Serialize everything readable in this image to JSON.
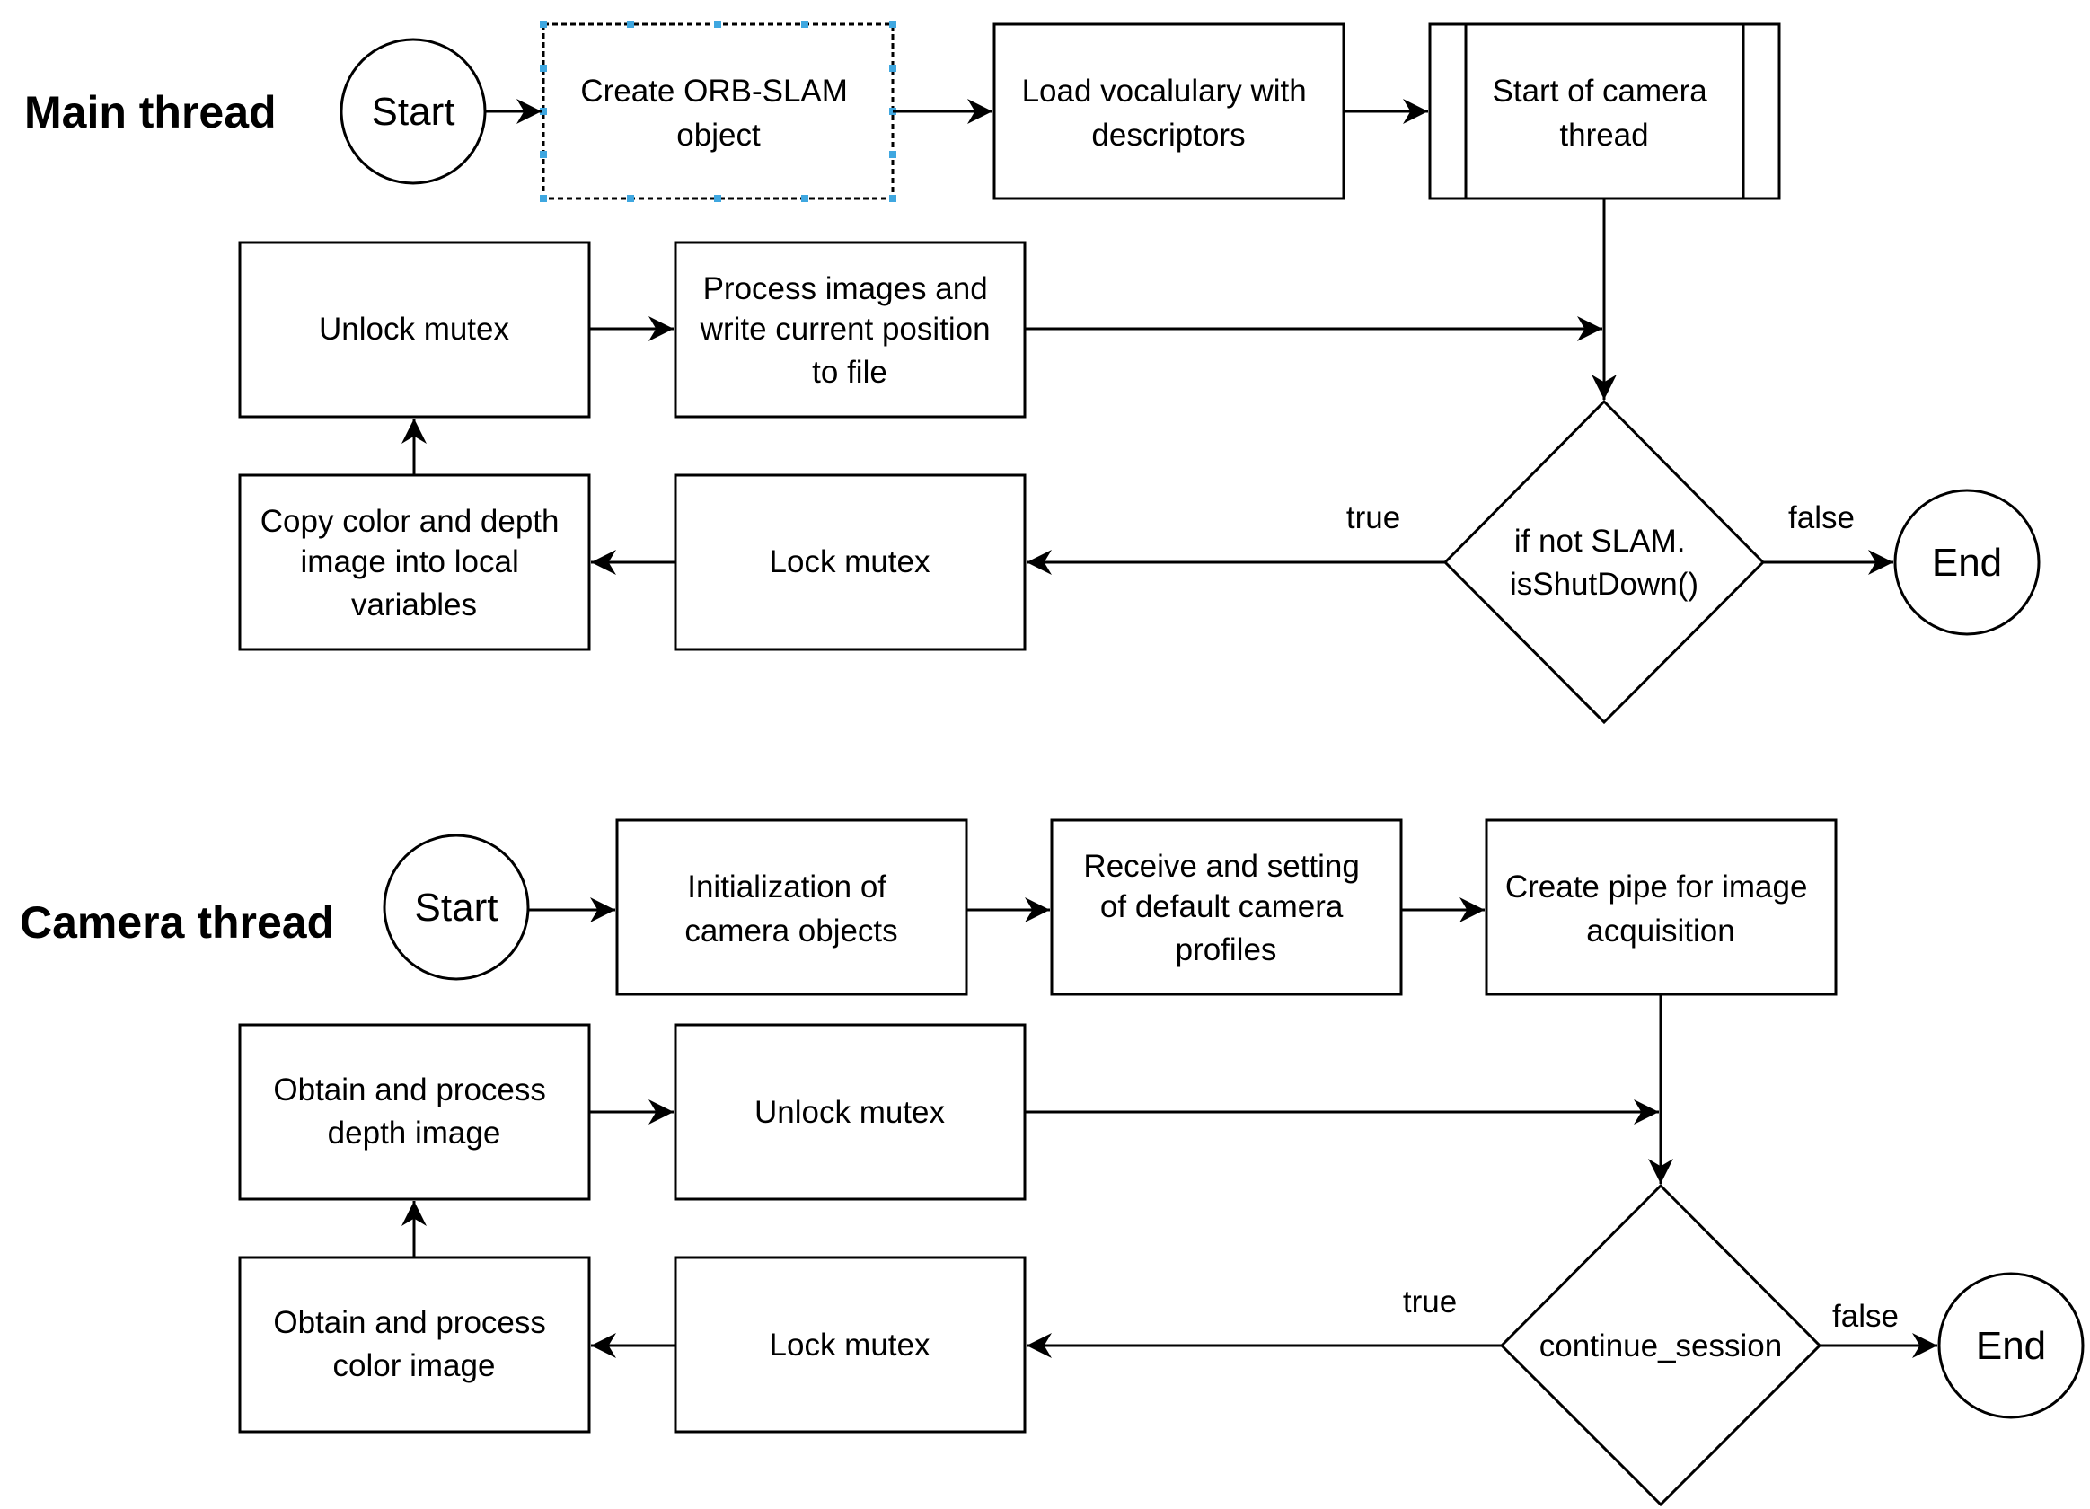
{
  "main": {
    "title": "Main thread",
    "start": "Start",
    "create": [
      "Create ORB-SLAM",
      "object"
    ],
    "load": [
      "Load vocalulary with",
      "descriptors"
    ],
    "camera_start": [
      "Start of camera",
      "thread"
    ],
    "unlock": "Unlock mutex",
    "process": [
      "Process images and",
      "write current position",
      "to file"
    ],
    "copy": [
      "Copy color and depth",
      "image into local",
      "variables"
    ],
    "lock": "Lock mutex",
    "decision": [
      "if not SLAM.",
      "isShutDown()"
    ],
    "true_label": "true",
    "false_label": "false",
    "end": "End"
  },
  "camera": {
    "title": "Camera thread",
    "start": "Start",
    "init": [
      "Initialization of",
      "camera objects"
    ],
    "receive": [
      "Receive and setting",
      "of default camera",
      "profiles"
    ],
    "pipe": [
      "Create pipe for image",
      "acquisition"
    ],
    "depth": [
      "Obtain and process",
      "depth image"
    ],
    "unlock": "Unlock mutex",
    "color": [
      "Obtain and process",
      "color image"
    ],
    "lock": "Lock mutex",
    "decision": "continue_session",
    "true_label": "true",
    "false_label": "false",
    "end": "End"
  }
}
